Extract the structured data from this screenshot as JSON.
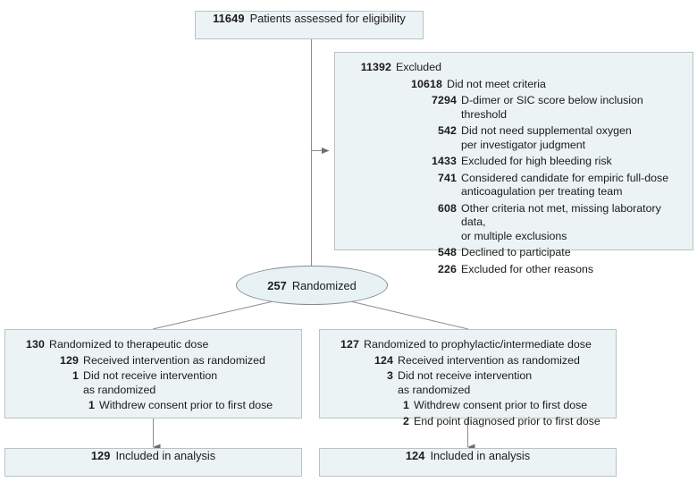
{
  "diagram": {
    "title": "CONSORT participant flow diagram",
    "colors": {
      "box_fill": "#ecf3f4",
      "box_border": "#b9c3c6",
      "ellipse_fill": "#e8f1f3",
      "ellipse_border": "#7f8f94",
      "line": "#8c8c8c",
      "text": "#1b1b1b",
      "background": "#ffffff"
    },
    "enrollment": {
      "number": "11649",
      "label": "Patients assessed for eligibility"
    },
    "excluded": {
      "header": {
        "number": "11392",
        "label": "Excluded"
      },
      "reasons": [
        {
          "number": "10618",
          "label": "Did not meet criteria",
          "indent": 1
        },
        {
          "number": "7294",
          "label": "D-dimer or SIC score below inclusion threshold",
          "indent": 2
        },
        {
          "number": "542",
          "label": "Did not need supplemental oxygen\nper investigator judgment",
          "indent": 2
        },
        {
          "number": "1433",
          "label": "Excluded for high bleeding risk",
          "indent": 2
        },
        {
          "number": "741",
          "label": "Considered candidate for empiric full-dose\nanticoagulation per treating team",
          "indent": 2
        },
        {
          "number": "608",
          "label": "Other criteria not met, missing laboratory data,\nor multiple exclusions",
          "indent": 2
        },
        {
          "number": "548",
          "label": "Declined to participate",
          "indent": 2
        },
        {
          "number": "226",
          "label": "Excluded for other reasons",
          "indent": 2
        }
      ]
    },
    "randomized": {
      "number": "257",
      "label": "Randomized"
    },
    "arms": [
      {
        "id": "therapeutic",
        "header": {
          "number": "130",
          "label": "Randomized to therapeutic dose"
        },
        "items": [
          {
            "number": "129",
            "label": "Received intervention as randomized",
            "indent": 1
          },
          {
            "number": "1",
            "label": "Did not receive intervention\nas randomized",
            "indent": 1
          },
          {
            "number": "1",
            "label": "Withdrew consent prior to first dose",
            "indent": 2
          }
        ],
        "analysis": {
          "number": "129",
          "label": "Included in analysis"
        }
      },
      {
        "id": "prophylactic-intermediate",
        "header": {
          "number": "127",
          "label": "Randomized to prophylactic/intermediate dose"
        },
        "items": [
          {
            "number": "124",
            "label": "Received intervention as randomized",
            "indent": 1
          },
          {
            "number": "3",
            "label": "Did not receive intervention\nas randomized",
            "indent": 1
          },
          {
            "number": "1",
            "label": "Withdrew consent prior to first dose",
            "indent": 2
          },
          {
            "number": "2",
            "label": "End point diagnosed prior to first dose",
            "indent": 2
          }
        ],
        "analysis": {
          "number": "124",
          "label": "Included in analysis"
        }
      }
    ]
  }
}
